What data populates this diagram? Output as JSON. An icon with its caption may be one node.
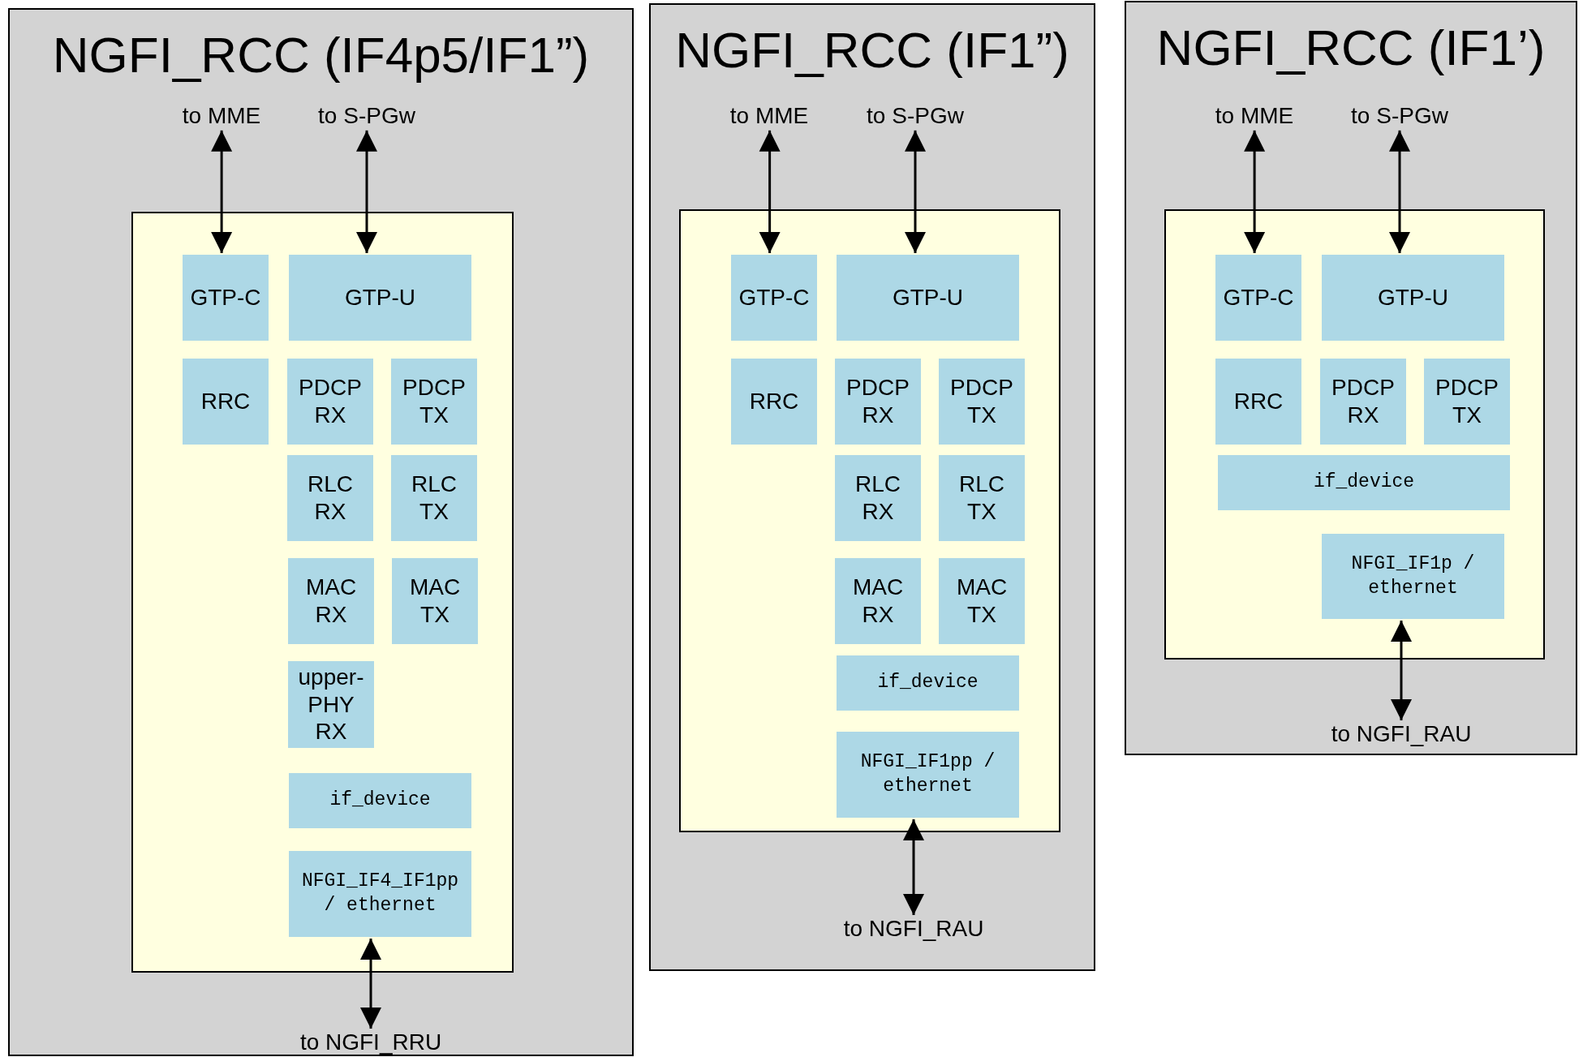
{
  "diagram": {
    "nodes": [
      {
        "text": [
          "NGFI_RCC (IF4p5/IF1”)"
        ]
      },
      {
        "text": [
          "to MME"
        ],
        "in": 0
      },
      {
        "text": [
          "to S-PGw"
        ],
        "in": 0
      },
      {
        "text": [],
        "shape": "box",
        "in": 0
      },
      {
        "text": [
          "GTP-C"
        ],
        "in": 3
      },
      {
        "text": [
          "GTP-U"
        ],
        "in": 3
      },
      {
        "text": [
          "RRC"
        ],
        "in": 3
      },
      {
        "text": [
          "PDCP RX"
        ],
        "in": 3
      },
      {
        "text": [
          "PDCP TX"
        ],
        "in": 3
      },
      {
        "text": [
          "RLC RX"
        ],
        "in": 3
      },
      {
        "text": [
          "RLC TX"
        ],
        "in": 3
      },
      {
        "text": [
          "MAC RX"
        ],
        "in": 3
      },
      {
        "text": [
          "MAC TX"
        ],
        "in": 3
      },
      {
        "text": [
          "upper-PHY RX"
        ],
        "in": 3
      },
      {
        "text": [
          "if_device"
        ],
        "in": 3
      },
      {
        "text": [
          "NFGI_IF4_IF1pp / ethernet"
        ],
        "in": 3
      },
      {
        "text": [
          "to NGFI_RRU"
        ],
        "in": 0
      },
      {
        "text": [
          "NGFI_RCC (IF1”)"
        ]
      },
      {
        "text": [
          "to MME"
        ],
        "in": 17
      },
      {
        "text": [
          "to S-PGw"
        ],
        "in": 17
      },
      {
        "text": [],
        "shape": "box",
        "in": 17
      },
      {
        "text": [
          "GTP-C"
        ],
        "in": 20
      },
      {
        "text": [
          "GTP-U"
        ],
        "in": 20
      },
      {
        "text": [
          "RRC"
        ],
        "in": 20
      },
      {
        "text": [
          "PDCP RX"
        ],
        "in": 20
      },
      {
        "text": [
          "PDCP TX"
        ],
        "in": 20
      },
      {
        "text": [
          "RLC RX"
        ],
        "in": 20
      },
      {
        "text": [
          "RLC TX"
        ],
        "in": 20
      },
      {
        "text": [
          "MAC RX"
        ],
        "in": 20
      },
      {
        "text": [
          "MAC TX"
        ],
        "in": 20
      },
      {
        "text": [
          "if_device"
        ],
        "in": 20
      },
      {
        "text": [
          "NFGI_IF1pp / ethernet"
        ],
        "in": 20
      },
      {
        "text": [
          "to NGFI_RAU"
        ],
        "in": 17
      },
      {
        "text": [
          "NGFI_RCC (IF1’)"
        ]
      },
      {
        "text": [
          "to MME"
        ],
        "in": 33
      },
      {
        "text": [
          "to S-PGw"
        ],
        "in": 33
      },
      {
        "text": [],
        "shape": "box",
        "in": 33
      },
      {
        "text": [
          "GTP-C"
        ],
        "in": 36
      },
      {
        "text": [
          "GTP-U"
        ],
        "in": 36
      },
      {
        "text": [
          "RRC"
        ],
        "in": 36
      },
      {
        "text": [
          "PDCP RX"
        ],
        "in": 36
      },
      {
        "text": [
          "PDCP TX"
        ],
        "in": 36
      },
      {
        "text": [
          "if_device"
        ],
        "in": 36
      },
      {
        "text": [
          "NFGI_IF1p / ethernet"
        ],
        "in": 36
      },
      {
        "text": [
          "to NGFI_RAU"
        ],
        "in": 33
      }
    ],
    "edges": [
      {
        "from": 1,
        "to": 4,
        "arrow": "both"
      },
      {
        "from": 2,
        "to": 5,
        "arrow": "both"
      },
      {
        "from": 15,
        "to": 16,
        "arrow": "both"
      },
      {
        "from": 18,
        "to": 21,
        "arrow": "both"
      },
      {
        "from": 19,
        "to": 22,
        "arrow": "both"
      },
      {
        "from": 31,
        "to": 32,
        "arrow": "both"
      },
      {
        "from": 34,
        "to": 37,
        "arrow": "both"
      },
      {
        "from": 35,
        "to": 38,
        "arrow": "both"
      },
      {
        "from": 43,
        "to": 44,
        "arrow": "both"
      }
    ]
  }
}
